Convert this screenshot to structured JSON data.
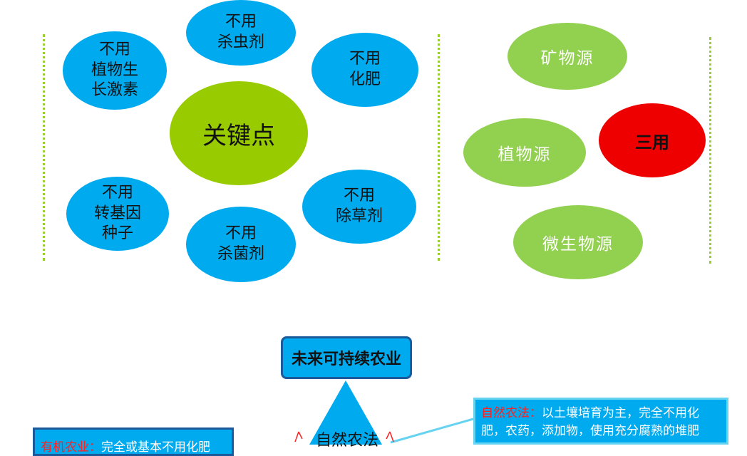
{
  "key_cluster": {
    "center": "关键点",
    "items": [
      "不用\n杀虫剂",
      "不用\n植物生\n长激素",
      "不用\n化肥",
      "不用\n转基因\n种子",
      "不用\n杀菌剂",
      "不用\n除草剂"
    ]
  },
  "source_cluster": {
    "center": "三用",
    "items": [
      "矿物源",
      "植物源",
      "微生物源"
    ]
  },
  "future": {
    "title": "未来可持续农业",
    "triangle_label": "自然农法"
  },
  "natural_farming": {
    "label": "自然农法：",
    "text": "以土壤培育为主，完全不用化肥，农药，添加物，使用充分腐熟的堆肥"
  },
  "organic_farming": {
    "label": "有机农业：",
    "text": "完全或基本不用化肥"
  },
  "colors": {
    "blue": "#00aaee",
    "green": "#92d050",
    "key_green": "#99cc00",
    "red": "#ee0000",
    "dotted_line": "#9acd32"
  }
}
